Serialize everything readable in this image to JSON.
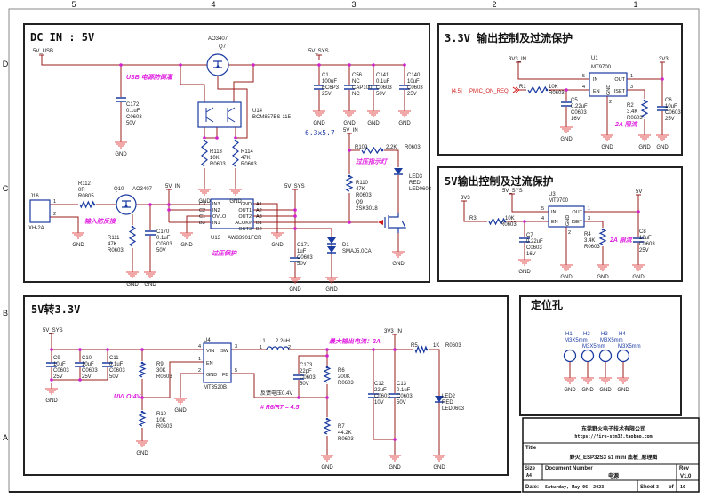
{
  "frame": {
    "cols": [
      "5",
      "4",
      "3",
      "2",
      "1"
    ],
    "rows": [
      "D",
      "C",
      "B",
      "A"
    ]
  },
  "gnd_label": "GND",
  "dc_in": {
    "title": "DC IN : 5V",
    "nets": {
      "v5_usb": "5V_USB",
      "v5_sys": "5V_SYS",
      "v5_in": "5V_IN",
      "v5_in_b": "5V_IN",
      "v5_sys_b": "5V_SYS"
    },
    "notes": {
      "usb_backflow": "USB 电源防倒灌",
      "input_reverse": "输入防反接",
      "ovp": "过压保护",
      "ovp_led": "过压指示灯",
      "cap_size": "6.3x5.7"
    },
    "q7": [
      "AO3407",
      "Q7"
    ],
    "c172": [
      "C172",
      "0.1uF",
      "C0603",
      "50V"
    ],
    "u14": [
      "U14",
      "BCM857BS-115"
    ],
    "r113": [
      "R113",
      "10K",
      "R0603"
    ],
    "r114": [
      "R114",
      "47K",
      "R0603"
    ],
    "c1": [
      "C1",
      "100uF",
      "EC6P3",
      "25V"
    ],
    "c56": [
      "C56",
      "NC",
      "CAP100",
      "NC"
    ],
    "c141": [
      "C141",
      "0.1uF",
      "C0603",
      "50V"
    ],
    "c140": [
      "C140",
      "10uF",
      "C0603",
      "25V"
    ],
    "r109": [
      "R109",
      "2.2K",
      "R0603"
    ],
    "led3": [
      "LED3",
      "RED",
      "LED0603"
    ],
    "r110": [
      "R110",
      "47K",
      "R0603"
    ],
    "q9": [
      "Q9",
      "2SK3018"
    ],
    "j16": [
      "J16",
      "XH-2A"
    ],
    "j16_pins": [
      "1",
      "2"
    ],
    "r112": [
      "R112",
      "0R",
      "R0805"
    ],
    "q10": [
      "Q10",
      "AO3407"
    ],
    "r111": [
      "R111",
      "47K",
      "R0603"
    ],
    "c170": [
      "C170",
      "0.1uF",
      "C0603",
      "50V"
    ],
    "u13": {
      "ref": "U13",
      "part": "AW33901FCR",
      "left_pins": [
        "C3",
        "C2",
        "C1",
        "B3"
      ],
      "left_names": [
        "IN3",
        "IN2",
        "OVLO",
        "IN1"
      ],
      "right_names": [
        "GND",
        "OUT1",
        "OUT2",
        "ACOK#",
        "OUT3"
      ],
      "right_pins": [
        "A1",
        "A2",
        "A3",
        "B1",
        "B2"
      ]
    },
    "c171": [
      "C171",
      "1uF",
      "C0603",
      "50V"
    ],
    "d1": [
      "D1",
      "SMAJ5.0CA"
    ]
  },
  "out33": {
    "title": "3.3V 输出控制及过流保护",
    "nets": {
      "in": "3V3_IN",
      "out": "3V3"
    },
    "pmic": {
      "sheet_ref": "[4,5]",
      "signal": "PMIC_ON_REQ"
    },
    "u1": {
      "ref": "U1",
      "part": "MT9700",
      "pins": {
        "in": "IN",
        "en": "EN",
        "out": "OUT",
        "iset": "ISET",
        "gnd": "GND"
      },
      "pin_nums": [
        "5",
        "4",
        "1",
        "3",
        "2"
      ]
    },
    "r1": [
      "R1",
      "10K",
      "R0603"
    ],
    "c5": [
      "C5",
      "0.22uF",
      "C0603",
      "16V"
    ],
    "r2": [
      "R2",
      "3.4K",
      "R0603"
    ],
    "c6": [
      "C6",
      "10uF",
      "C0603",
      "25V"
    ],
    "note": "2A 限流"
  },
  "out5": {
    "title": "5V输出控制及过流保护",
    "nets": {
      "en": "3V3",
      "in": "5V_SYS",
      "out": "5V"
    },
    "u3": {
      "ref": "U3",
      "part": "MT9700",
      "pins": {
        "in": "IN",
        "en": "EN",
        "out": "OUT",
        "iset": "ISET",
        "gnd": "GND"
      },
      "pin_nums": [
        "5",
        "4",
        "1",
        "3",
        "2"
      ]
    },
    "r3": [
      "R3",
      "10K",
      "R0603"
    ],
    "c7": [
      "C7",
      "0.22uF",
      "C0603",
      "16V"
    ],
    "r4": [
      "R4",
      "3.4K",
      "R0603"
    ],
    "c8": [
      "C8",
      "10uF",
      "C0603",
      "25V"
    ],
    "note": "2A 限流"
  },
  "buck": {
    "title": "5V转3.3V",
    "nets": {
      "in": "5V_SYS",
      "out": "3V3_IN"
    },
    "c9": [
      "C9",
      "10uF",
      "C0603",
      "25V"
    ],
    "c10": [
      "C10",
      "10uF",
      "C0603",
      "25V"
    ],
    "c11": [
      "C11",
      "0.1uF",
      "C0603",
      "50V"
    ],
    "r9": [
      "R9",
      "30K",
      "R0603"
    ],
    "r10": [
      "R10",
      "10K",
      "R0603"
    ],
    "uvlo": "UVLO:4V",
    "u4": {
      "ref": "U4",
      "part": "MT3520B",
      "pins": {
        "vin": "VIN",
        "sw": "SW",
        "en": "EN",
        "gnd": "GND",
        "fb": "FB"
      },
      "pin_nums": [
        "4",
        "3",
        "1",
        "2",
        "5"
      ]
    },
    "l1": [
      "L1",
      "2.2uH"
    ],
    "l1_pins": [
      "1",
      "2"
    ],
    "c173": [
      "C173",
      "22pF",
      "C0603",
      "50V"
    ],
    "r6": [
      "R6",
      "200K",
      "R0603"
    ],
    "r7": [
      "R7",
      "44.2K",
      "R0603"
    ],
    "fb_note": "反馈电压0.4V",
    "ratio_note": "# R6/R7 = 4.5",
    "max_current": "最大输出电流：2A",
    "c12": [
      "C12",
      "22uF",
      "C0603",
      "10V"
    ],
    "c13": [
      "C13",
      "0.1uF",
      "C0603",
      "50V"
    ],
    "r5": [
      "R5",
      "1K",
      "R0603"
    ],
    "led2": [
      "LED2",
      "RED",
      "LED0603"
    ]
  },
  "holes": {
    "title": "定位孔",
    "items": [
      {
        "ref": "H1",
        "size": "M3X5mm"
      },
      {
        "ref": "H2",
        "size": "M3X5mm"
      },
      {
        "ref": "H3",
        "size": "M3X5mm"
      },
      {
        "ref": "H4",
        "size": "M3X5mm"
      }
    ]
  },
  "title_block": {
    "company": "东莞野火电子技术有限公司",
    "url": "https://fire-stm32.taobao.com",
    "title_label": "Title",
    "title": "野火_ESP32S3 s1 mini 底板_原理图",
    "size_label": "Size",
    "size": "A4",
    "doc_label": "Document Number",
    "doc": "电源",
    "rev_label": "Rev",
    "rev": "V1.0",
    "date_label": "Date:",
    "date": "Saturday, May 06, 2023",
    "sheet_label": "Sheet",
    "sheet": "3",
    "of_label": "of",
    "total": "10"
  },
  "colors": {
    "wire": "#9b1c1c",
    "component": "#1a3aa0",
    "junction": "#d020d0",
    "ground": "#e05050",
    "note": "#e01ee0"
  }
}
